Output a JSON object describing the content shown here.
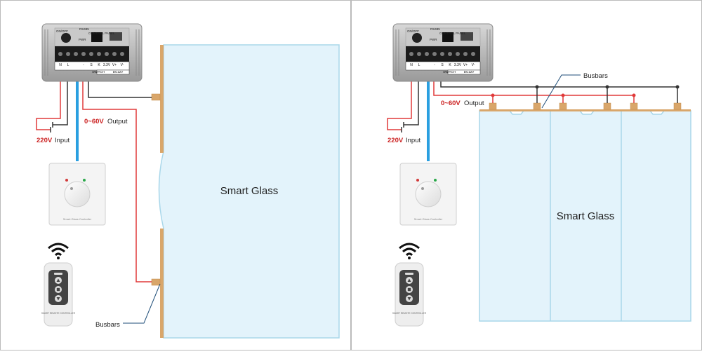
{
  "colors": {
    "glass_fill": "#e3f3fb",
    "glass_stroke": "#a9d7ea",
    "busbar": "#d9a66a",
    "busbar_stroke": "#c28a48",
    "red_wire": "#e03a3a",
    "black_wire": "#333333",
    "blue_cable": "#2a9fe0",
    "input_label": "#cc2222",
    "panel_border": "#bbbbbb"
  },
  "left_panel": {
    "glass_label": "Smart Glass",
    "output_value": "0~60V",
    "output_word": "Output",
    "input_value": "220V",
    "input_word": "Input",
    "busbars_label": "Busbars",
    "controller_text": "Smart Glass Controller",
    "remote_text": "SMART REMOTE CONTROLLER"
  },
  "right_panel": {
    "glass_label": "Smart Glass",
    "output_value": "0~60V",
    "output_word": "Output",
    "input_value": "220V",
    "input_word": "Input",
    "busbars_label": "Busbars",
    "controller_text": "Smart Glass Controller",
    "remote_text": "SMART REMOTE CONTROLLER"
  },
  "driver": {
    "on_off": "ON/OFF",
    "rs485": "RS485",
    "control_panel": "CONTROL PANEL",
    "pwr": "PWR",
    "terminals": [
      "N",
      "L",
      "",
      "-",
      "S",
      "K",
      "3.3V",
      "V+",
      "V-"
    ],
    "switch_label": "SWITCH",
    "dc_label": "DC12V"
  }
}
